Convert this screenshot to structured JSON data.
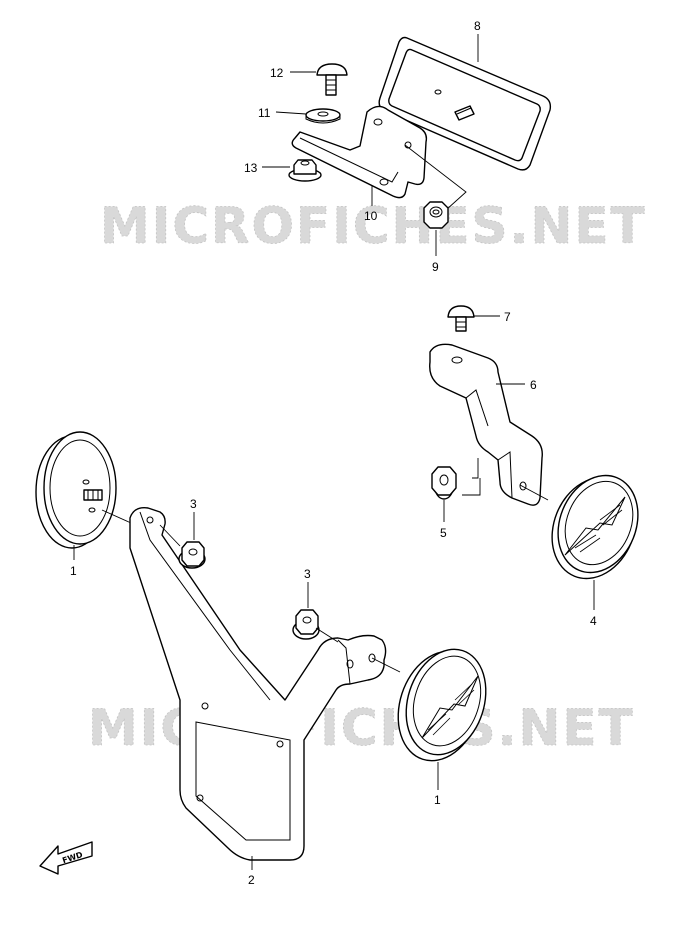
{
  "watermark": {
    "text": "MICROFICHES.NET"
  },
  "forward_arrow": {
    "label": "FWD"
  },
  "callouts": [
    {
      "id": "8",
      "label": "8"
    },
    {
      "id": "12",
      "label": "12"
    },
    {
      "id": "11",
      "label": "11"
    },
    {
      "id": "13",
      "label": "13"
    },
    {
      "id": "10",
      "label": "10"
    },
    {
      "id": "9",
      "label": "9"
    },
    {
      "id": "7",
      "label": "7"
    },
    {
      "id": "6",
      "label": "6"
    },
    {
      "id": "5",
      "label": "5"
    },
    {
      "id": "4",
      "label": "4"
    },
    {
      "id": "3a",
      "label": "3"
    },
    {
      "id": "3b",
      "label": "3"
    },
    {
      "id": "1a",
      "label": "1"
    },
    {
      "id": "1b",
      "label": "1"
    },
    {
      "id": "2",
      "label": "2"
    }
  ]
}
